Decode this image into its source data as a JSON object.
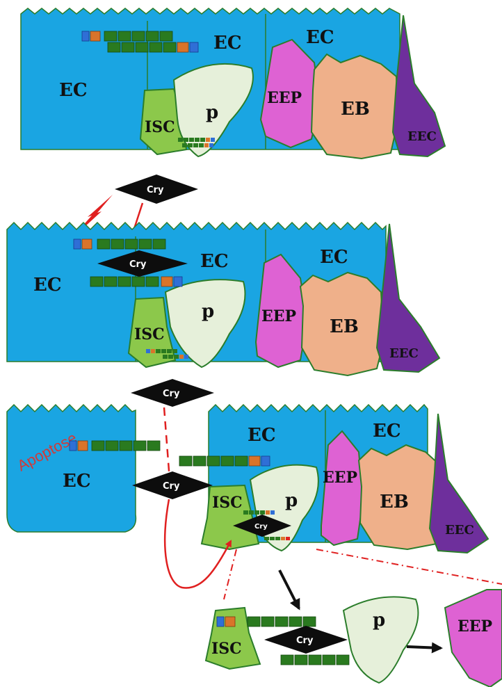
{
  "labels": {
    "ec": "EC",
    "isc": "ISC",
    "p": "p",
    "eep": "EEP",
    "eb": "EB",
    "eec": "EEC",
    "cry": "Cry",
    "apoptose": "Apoptose"
  },
  "colors": {
    "epithelium": "#1aa5e2",
    "epithelium_edge": "#2b7d2b",
    "isc": "#8cc84b",
    "progenitor": "#e6f0da",
    "eep": "#de62d3",
    "eb": "#efb08a",
    "eec": "#6e2f9c",
    "cry_toxin": "#0d0d0d",
    "signal_arrow": "#e02020",
    "receptor_green": "#2a7a1f",
    "receptor_blue": "#2f6fd6",
    "receptor_orange": "#d9742a",
    "flow_arrow": "#111111"
  },
  "panels": [
    {
      "id": "intact-epithelium"
    },
    {
      "id": "cry-binding"
    },
    {
      "id": "apoptosis-regeneration"
    },
    {
      "id": "differentiation-detail"
    }
  ]
}
